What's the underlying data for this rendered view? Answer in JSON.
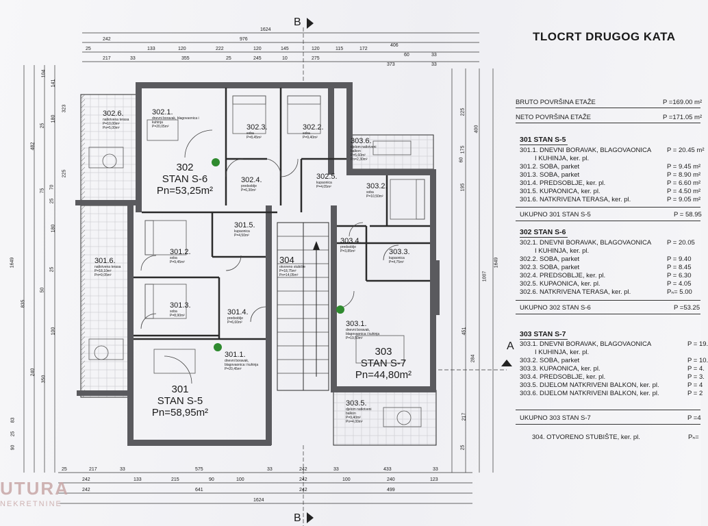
{
  "title": "TLOCRT DRUGOG KATA",
  "section_marks": {
    "top": "B",
    "bottom": "B",
    "right": "A"
  },
  "dims_top": {
    "row1": [
      "1624"
    ],
    "row2": [
      "242",
      "976",
      "406"
    ],
    "row3": [
      "25",
      "133",
      "120",
      "222",
      "120",
      "145",
      "120",
      "115",
      "172",
      "60",
      "33"
    ],
    "row4": [
      "217",
      "33",
      "355",
      "25",
      "245",
      "10",
      "275",
      "373",
      "33"
    ]
  },
  "dims_bottom": {
    "row1": [
      "25",
      "217",
      "33",
      "575",
      "33",
      "242",
      "33",
      "433",
      "33"
    ],
    "row2": [
      "242",
      "133",
      "215",
      "90",
      "100",
      "242",
      "100",
      "240",
      "123"
    ],
    "row3": [
      "242",
      "641",
      "242",
      "499"
    ],
    "row4": [
      "1624"
    ]
  },
  "dims_left": [
    "104",
    "141",
    "323",
    "482",
    "180",
    "25",
    "225",
    "70",
    "75",
    "25",
    "1649",
    "180",
    "835",
    "25",
    "50",
    "100",
    "350",
    "240",
    "83",
    "25",
    "90"
  ],
  "dims_right": [
    "225",
    "400",
    "175",
    "195",
    "60",
    "1007",
    "1649",
    "451",
    "284",
    "217",
    "25"
  ],
  "rooms": [
    {
      "id": "302.6.",
      "desc": "natkrivena terasa",
      "area": "P=10,00m²",
      "area2": "Pn=5,00m²"
    },
    {
      "id": "302.1.",
      "desc": "dnevni boravak, blagovaonica i kuhinja",
      "area": "P=20,05m²"
    },
    {
      "id": "302.3.",
      "desc": "soba",
      "area": "P=8,45m²"
    },
    {
      "id": "302.2.",
      "desc": "soba",
      "area": "P=9,40m²"
    },
    {
      "id": "303.6.",
      "desc": "djelom natkriveni balkon",
      "area": "P=5,60m²",
      "area2": "Pn=2,30m²"
    },
    {
      "id": "302.4.",
      "desc": "predsoblje",
      "area": "P=6,30m²"
    },
    {
      "id": "302.5.",
      "desc": "kupaonica",
      "area": "P=4,05m²"
    },
    {
      "id": "303.2.",
      "desc": "soba",
      "area": "P=10,50m²"
    },
    {
      "id": "301.5.",
      "desc": "kupaonica",
      "area": "P=4,50m²"
    },
    {
      "id": "304",
      "desc": "otvoreno stubište",
      "area": "P=18,75m²",
      "area2": "Pn=14,05m²"
    },
    {
      "id": "303.4.",
      "desc": "predsoblje",
      "area": "P=3,85m²"
    },
    {
      "id": "303.3.",
      "desc": "kupaonica",
      "area": "P=4,75m²"
    },
    {
      "id": "301.6.",
      "desc": "natkrivena terasa",
      "area": "P=18,10m²",
      "area2": "Pn=9,05m²"
    },
    {
      "id": "301.2.",
      "desc": "soba",
      "area": "P=9,45m²"
    },
    {
      "id": "301.3.",
      "desc": "soba",
      "area": "P=8,90m²"
    },
    {
      "id": "301.4.",
      "desc": "predsoblje",
      "area": "P=6,60m²"
    },
    {
      "id": "303.1.",
      "desc": "dnevni boravak, blagovaonica i kuhinja",
      "area": "P=19,50m²"
    },
    {
      "id": "301.1.",
      "desc": "dnevni boravak, blagovaonica i kuhinja",
      "area": "P=20,45m²"
    },
    {
      "id": "303.5.",
      "desc": "djelom natkriveni balkon",
      "area": "P=9,40m²",
      "area2": "Pn=4,00m²"
    }
  ],
  "apartments": [
    {
      "num": "302",
      "name": "STAN S-6",
      "pn": "Pn=53,25m²"
    },
    {
      "num": "303",
      "name": "STAN S-7",
      "pn": "Pn=44,80m²"
    },
    {
      "num": "301",
      "name": "STAN S-5",
      "pn": "Pn=58,95m²"
    }
  ],
  "legend": {
    "bruto_label": "BRUTO POVRŠINA ETAŽE",
    "bruto_value": "P =169.00 m²",
    "neto_label": "NETO POVRŠINA ETAŽE",
    "neto_value": "P =171.05 m²",
    "s5": {
      "head": "301 STAN S-5",
      "rows": [
        {
          "label": "301.1. DNEVNI BORAVAK, BLAGOVAONICA",
          "value": "P = 20.45 m²"
        },
        {
          "label": "I KUHINJA, ker. pl.",
          "value": ""
        },
        {
          "label": "301.2. SOBA, parket",
          "value": "P = 9.45 m²"
        },
        {
          "label": "301.3. SOBA, parket",
          "value": "P = 8.90 m²"
        },
        {
          "label": "301.4. PREDSOBLJE, ker. pl.",
          "value": "P = 6.60 m²"
        },
        {
          "label": "301.5. KUPAONICA, ker. pl.",
          "value": "P = 4.50 m²"
        },
        {
          "label": "301.6. NATKRIVENA TERASA, ker. pl.",
          "value": "P = 9.05 m²"
        }
      ],
      "total_label": "UKUPNO 301 STAN S-5",
      "total_value": "P = 58.95"
    },
    "s6": {
      "head": "302 STAN S-6",
      "rows": [
        {
          "label": "302.1. DNEVNI BORAVAK, BLAGOVAONICA",
          "value": "P = 20.05"
        },
        {
          "label": "I KUHINJA, ker. pl.",
          "value": ""
        },
        {
          "label": "302.2. SOBA, parket",
          "value": "P = 9.40"
        },
        {
          "label": "302.3. SOBA, parket",
          "value": "P = 8.45"
        },
        {
          "label": "302.4. PREDSOBLJE, ker. pl.",
          "value": "P = 6.30"
        },
        {
          "label": "302.5. KUPAONICA, ker. pl.",
          "value": "P = 4.05"
        },
        {
          "label": "302.6. NATKRIVENA TERASA, ker. pl.",
          "value": "Pₙ= 5.00"
        }
      ],
      "total_label": "UKUPNO 302 STAN S-6",
      "total_value": "P =53.25"
    },
    "s7": {
      "head": "303 STAN S-7",
      "rows": [
        {
          "label": "303.1. DNEVNI BORAVAK, BLAGOVAONICA",
          "value": "P = 19."
        },
        {
          "label": "I KUHINJA, ker. pl.",
          "value": ""
        },
        {
          "label": "303.2. SOBA, parket",
          "value": "P = 10."
        },
        {
          "label": "303.3. KUPAONICA, ker. pl.",
          "value": "P = 4."
        },
        {
          "label": "303.4. PREDSOBLJE, ker. pl.",
          "value": "P = 3."
        },
        {
          "label": "303.5. DIJELOM NATKRIVENI BALKON, ker. pl.",
          "value": "P = 4"
        },
        {
          "label": "303.6. DIJELOM NATKRIVENI BALKON, ker. pl.",
          "value": "P = 2"
        }
      ],
      "total_label": "UKUPNO 303 STAN S-7",
      "total_value": "P =4"
    },
    "stair": {
      "label": "304. OTVORENO STUBIŠTE, ker. pl.",
      "value": "Pₙ="
    }
  },
  "watermark": {
    "brand": "UTURA",
    "sub": "NEKRETNINE"
  },
  "colors": {
    "wall": "#5a5a5e",
    "line": "#2a2a2a",
    "plant": "#2f8a2f",
    "watermark": "#c8a7a7"
  }
}
